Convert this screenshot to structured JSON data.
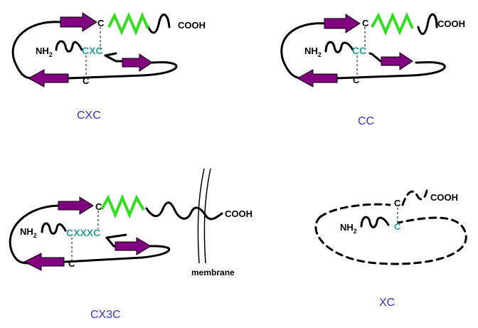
{
  "panels": [
    {
      "caption": "CXC",
      "motif": "CXC",
      "cys_top": "C",
      "cys_bottom": "C",
      "n_term": "NH",
      "n_sub": "2",
      "c_term": "COOH",
      "colors": {
        "motif": "#2a9d9d",
        "helix": "#33dd22",
        "strand": "#800080"
      }
    },
    {
      "caption": "CC",
      "motif": "CC",
      "cys_top": "C",
      "cys_bottom": "C",
      "n_term": "NH",
      "n_sub": "2",
      "c_term": "COOH"
    },
    {
      "caption": "CX3C",
      "motif": "CXXXC",
      "cys_top": "C",
      "cys_bottom": "C",
      "n_term": "NH",
      "n_sub": "2",
      "c_term": "COOH",
      "membrane_label": "membrane"
    },
    {
      "caption": "XC",
      "cys_top": "C",
      "cys_motif": "C",
      "n_term": "NH",
      "n_sub": "2",
      "c_term": "COOH"
    }
  ]
}
